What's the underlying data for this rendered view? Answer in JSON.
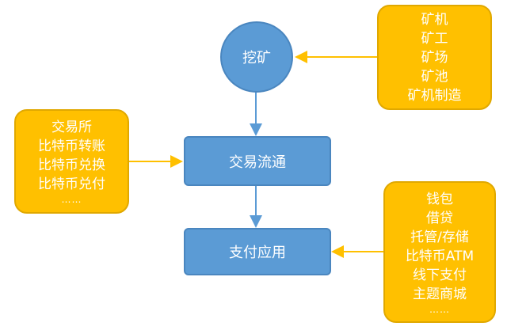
{
  "nodes": {
    "mining": "挖矿",
    "trading": "交易流通",
    "payment": "支付应用"
  },
  "mining_box": [
    "矿机",
    "矿工",
    "矿场",
    "矿池",
    "矿机制造"
  ],
  "trading_box": [
    "交易所",
    "比特币转账",
    "比特币兑换",
    "比特币兑付",
    "……"
  ],
  "payment_box": [
    "钱包",
    "借贷",
    "托管/存储",
    "比特币ATM",
    "线下支付",
    "主题商城",
    "……"
  ],
  "colors": {
    "blue_node": "#5b9bd5",
    "yellow_box": "#ffc000",
    "blue_arrow": "#5b9bd5",
    "yellow_arrow": "#ffc000"
  }
}
